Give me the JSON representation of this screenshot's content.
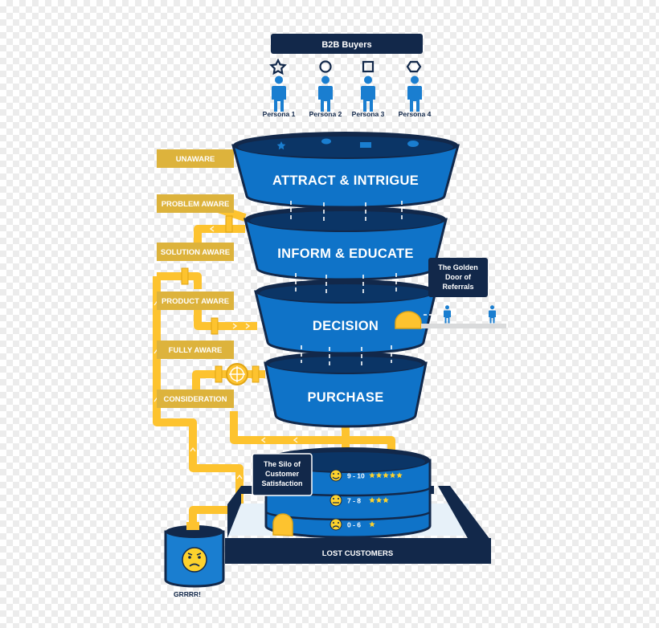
{
  "header": {
    "title": "B2B Buyers"
  },
  "personas": [
    {
      "label": "Persona 1",
      "icon": "star-icon"
    },
    {
      "label": "Persona 2",
      "icon": "circle-icon"
    },
    {
      "label": "Persona 3",
      "icon": "square-icon"
    },
    {
      "label": "Persona 4",
      "icon": "hexagon-icon"
    }
  ],
  "funnel_stages": [
    "ATTRACT & INTRIGUE",
    "INFORM & EDUCATE",
    "DECISION",
    "PURCHASE"
  ],
  "awareness_stages": [
    "UNAWARE",
    "PROBLEM AWARE",
    "SOLUTION AWARE",
    "PRODUCT AWARE",
    "FULLY AWARE",
    "CONSIDERATION"
  ],
  "referrals": {
    "line1": "The Golden",
    "line2": "Door of",
    "line3": "Referrals"
  },
  "silo": {
    "line1": "The Silo of",
    "line2": "Customer",
    "line3": "Satisfaction"
  },
  "satisfaction_levels": [
    {
      "range": "9 - 10",
      "stars": 5,
      "mood": "happy-face-icon"
    },
    {
      "range": "7 - 8",
      "stars": 3,
      "mood": "neutral-face-icon"
    },
    {
      "range": "0 - 6",
      "stars": 1,
      "mood": "sad-face-icon"
    }
  ],
  "lost_customers": "LOST CUSTOMERS",
  "bucket_caption": "GRRRR!",
  "colors": {
    "navy": "#12284a",
    "funnel_blue": "#0f73c8",
    "pipe_yellow": "#fdc32f",
    "label_gold": "#ddb33c",
    "person_blue": "#1a7ed0",
    "star_yellow": "#fdd22d"
  }
}
